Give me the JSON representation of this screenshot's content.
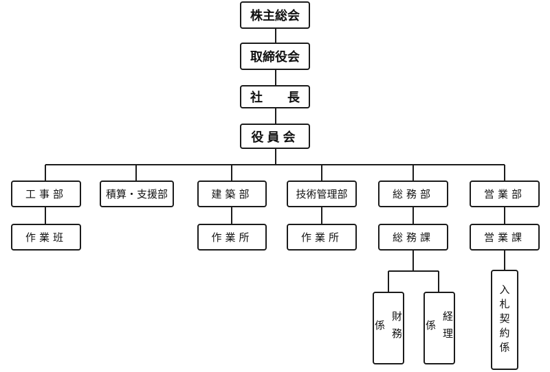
{
  "org": {
    "shareholders": "株主総会",
    "board": "取締役会",
    "president_a": "社",
    "president_b": "長",
    "officers": "役員会",
    "departments": {
      "construction_work": "工事部",
      "estimation": "積算・支援部",
      "building": "建築部",
      "tech_mgmt": "技術管理部",
      "general_affairs": "総務部",
      "sales": "営業部"
    },
    "sections": {
      "work_team": "作業班",
      "building_site": "作業所",
      "tech_site": "作業所",
      "general_section": "総務課",
      "sales_section": "営業課"
    },
    "units": {
      "finance_a": "財務",
      "finance_b": "係",
      "accounting_a": "経理",
      "accounting_b": "係",
      "bidding": "入札契約係"
    }
  }
}
